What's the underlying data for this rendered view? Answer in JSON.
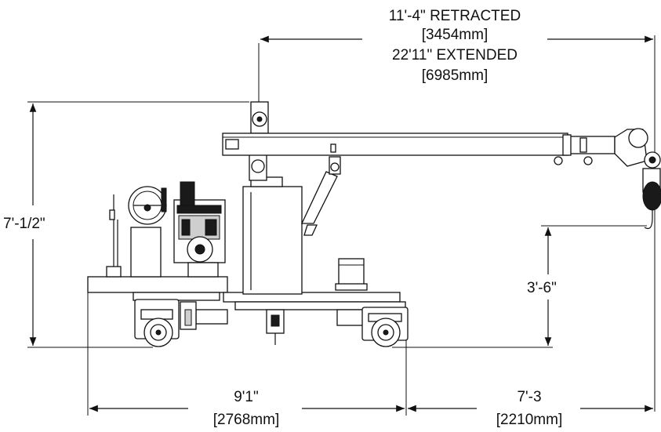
{
  "dimensions": {
    "boom_retracted": "11'-4\" RETRACTED",
    "boom_retracted_mm": "[3454mm]",
    "boom_extended": "22'11\" EXTENDED",
    "boom_extended_mm": "[6985mm]",
    "overall_height": "7'-1/2\"",
    "hook_height": "3'-6\"",
    "base_length": "9'1\"",
    "base_length_mm": "[2768mm]",
    "front_length": "7'-3",
    "front_length_mm": "[2210mm]"
  },
  "colors": {
    "line": "#111111",
    "background": "#ffffff"
  }
}
